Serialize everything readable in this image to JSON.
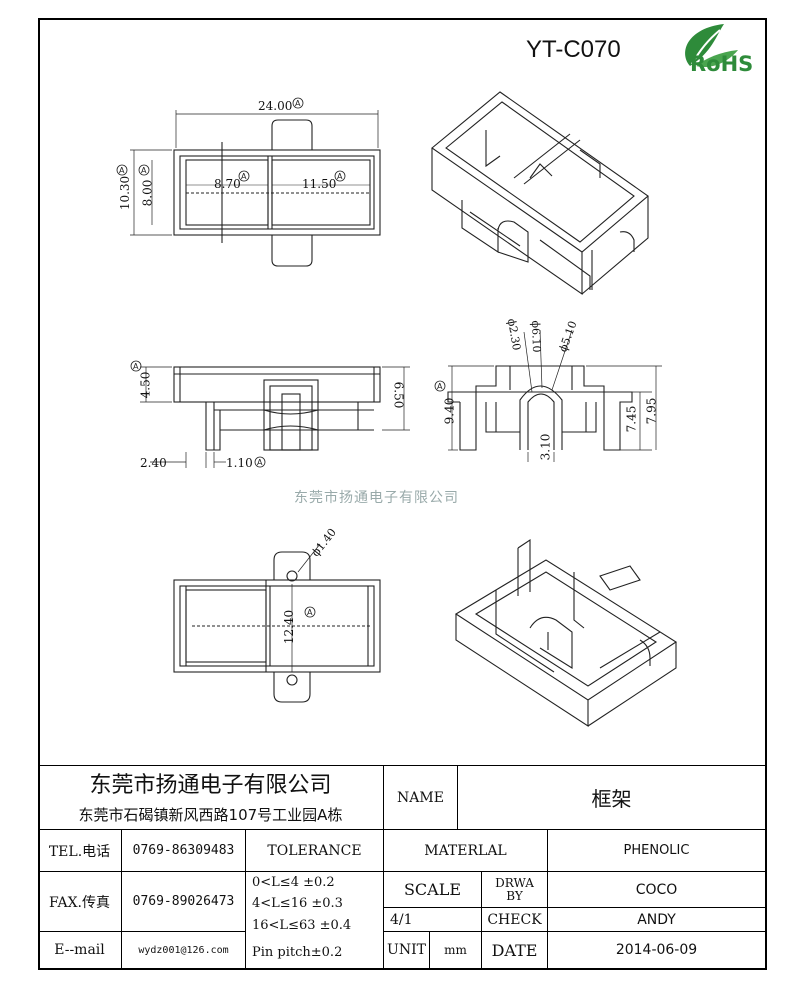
{
  "header": {
    "part_number": "YT-C070",
    "rohs_label": "RoHS",
    "watermark": "东莞市扬通电子有限公司"
  },
  "dimensions": {
    "overall_length": "24.00",
    "cavity_left": "8.70",
    "cavity_right": "11.50",
    "outer_width": "10.30",
    "inner_width": "8.00",
    "side_height": "4.50",
    "side_height_right": "6.50",
    "foot_offset": "2.40",
    "foot_width": "1.10",
    "end_height": "9.40",
    "dia_small": "ϕ2.30",
    "dia_mid": "ϕ6.10",
    "dia_large": "ϕ5.10",
    "slot_width": "3.10",
    "end_inner": "7.45",
    "end_outer": "7.95",
    "hole_dia": "ϕ1.40",
    "hole_pitch": "12.40",
    "datum": "A"
  },
  "title_block": {
    "company_name": "东莞市扬通电子有限公司",
    "company_address": "东莞市石碣镇新风西路107号工业园A栋",
    "name_label": "NAME",
    "name_value": "框架",
    "tel_label": "TEL.电话",
    "tel_value": "0769-86309483",
    "fax_label": "FAX.传真",
    "fax_value": "0769-89026473",
    "email_label": "E--mail",
    "email_value": "wydz001@126.com",
    "tolerance_label": "TOLERANCE",
    "tolerance_1": "0<L≤4   ±0.2",
    "tolerance_2": "4<L≤16  ±0.3",
    "tolerance_3": "16<L≤63 ±0.4",
    "tolerance_4": "Pin pitch±0.2",
    "material_label": "MATERLAL",
    "material_value": "PHENOLIC",
    "scale_label": "SCALE",
    "scale_value": "4/1",
    "drawn_label_1": "DRWA",
    "drawn_label_2": "BY",
    "drawn_value": "COCO",
    "check_label": "CHECK",
    "check_value": "ANDY",
    "unit_label": "UNIT",
    "unit_value": "mm",
    "date_label": "DATE",
    "date_value": "2014-06-09"
  },
  "colors": {
    "rohs_green": "#2e8b3a",
    "line": "#222222",
    "watermark": "#99aaaa"
  }
}
